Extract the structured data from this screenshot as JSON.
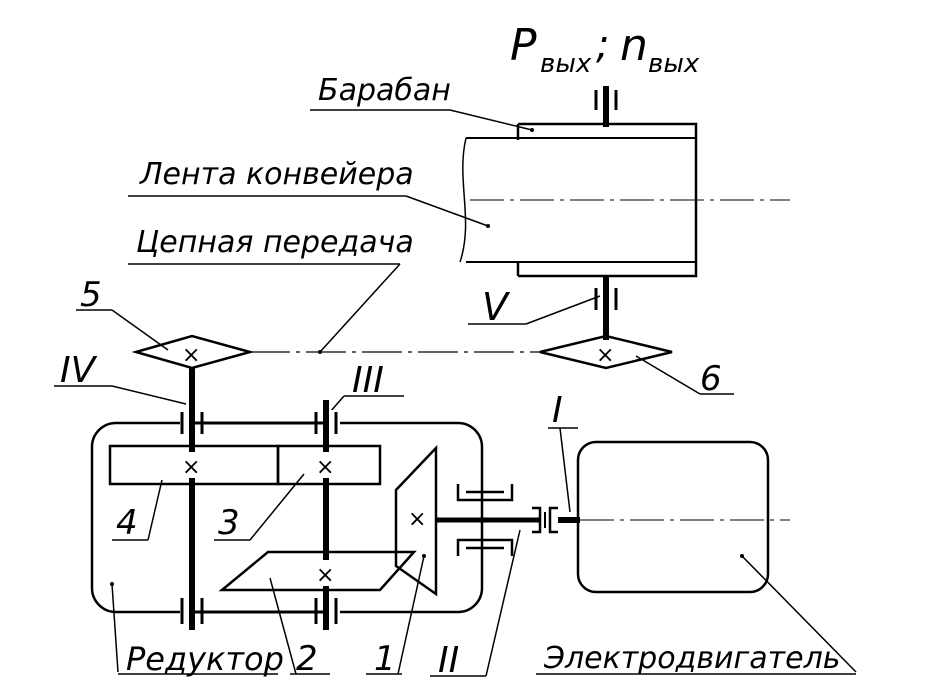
{
  "labels": {
    "output_power": "P",
    "output_power_sub": "вых",
    "separator": ";",
    "output_speed": "n",
    "output_speed_sub": "вых",
    "drum": "Барабан",
    "conveyor_belt": "Лента конвейера",
    "chain_drive": "Цепная передача",
    "gearbox": "Редуктор",
    "motor": "Электродвигатель"
  },
  "numbers": {
    "n5": "5",
    "n6": "6",
    "n4": "4",
    "n3": "3",
    "n2": "2",
    "n1": "1"
  },
  "shafts": {
    "s1": "I",
    "s2": "II",
    "s3": "III",
    "s4": "IV",
    "s5": "V"
  },
  "gear_marker": "×"
}
